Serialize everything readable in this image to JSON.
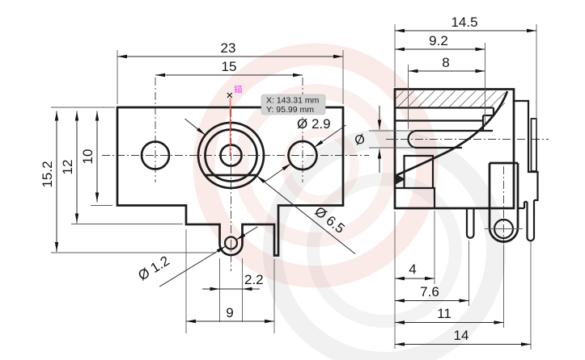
{
  "front_view": {
    "dim_width": "23",
    "dim_hole_pitch": "15",
    "dim_height_overall": "15.2",
    "dim_height_step": "12",
    "dim_height_body": "10",
    "dim_side_hole": "Ø 2.9",
    "dim_barrel": "Ø 6.5",
    "dim_tab_hole": "Ø 1.2",
    "dim_tab_width": "2.2",
    "dim_recess_width": "9"
  },
  "side_view": {
    "dim_depth_overall": "14.5",
    "dim_depth_step": "9.2",
    "dim_pin_length": "8",
    "dim_pin_dia": "Ø",
    "dim_front_step": "4",
    "dim_front_pin": "7.6",
    "dim_tab_pos": "11",
    "dim_rear_pin": "14"
  },
  "annotations": {
    "anchor_label": "錨",
    "tooltip": {
      "line1": "X: 143.31 mm",
      "line2": "Y: 95.99 mm"
    }
  },
  "colors": {
    "anchor_line": "#e46a5f",
    "anchor_label": "#ee55ee",
    "tooltip_bg": "#d3d3d3",
    "watermark_red": "#cd4b37",
    "watermark_grey": "#8a8a8a"
  }
}
